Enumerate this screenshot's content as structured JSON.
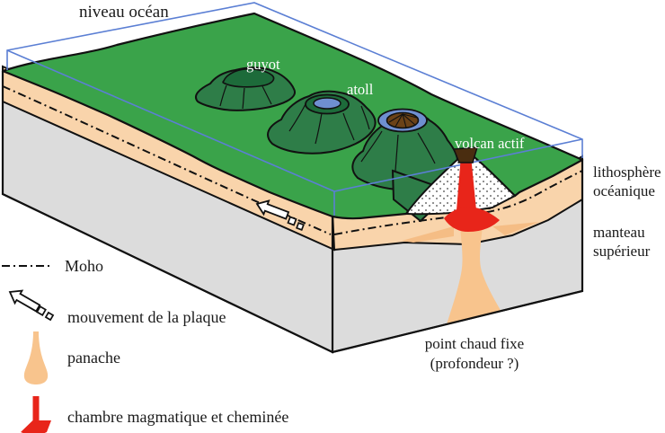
{
  "diagram": {
    "title": "hotspot volcanic chain block diagram",
    "labels": {
      "ocean_level": "niveau océan",
      "guyot": "guyot",
      "atoll": "atoll",
      "active_volcano": "volcan actif",
      "lithosphere_line1": "lithosphère",
      "lithosphere_line2": "océanique",
      "mantle_line1": "manteau",
      "mantle_line2": "supérieur",
      "hotspot_line1": "point chaud fixe",
      "hotspot_line2": "(profondeur ?)"
    },
    "colors": {
      "seafloor_green": "#3aa34a",
      "volcano_green": "#2e7d48",
      "volcano_top_green": "#1d6b3a",
      "lithosphere_peach": "#f9d4ab",
      "mantle_gray": "#dcdcdc",
      "plume_orange": "#f8c48d",
      "plume_spread_orange": "#f5bd85",
      "magma_red": "#e8251a",
      "ocean_box_blue": "#5b7fd4",
      "lagoon_blue": "#6f8fd0",
      "crater_brown": "#4a2d10",
      "reef_cone_brown": "#6b4218",
      "outline_black": "#111111"
    }
  },
  "legend": {
    "items": [
      {
        "id": "moho",
        "label": "Moho"
      },
      {
        "id": "plate-movement",
        "label": "mouvement de la plaque"
      },
      {
        "id": "plume",
        "label": "panache"
      },
      {
        "id": "magma-chamber",
        "label": "chambre magmatique et cheminée"
      }
    ]
  }
}
